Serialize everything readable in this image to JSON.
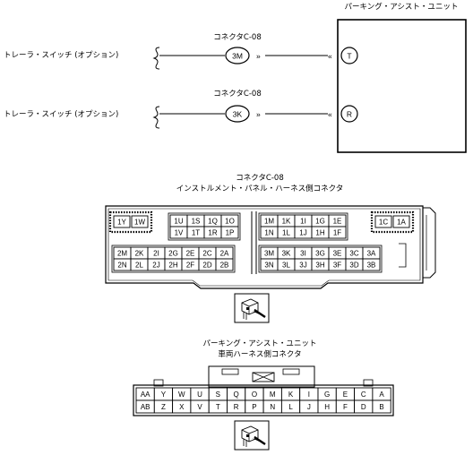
{
  "unit_label": "パーキング・アシスト・ユニット",
  "connector_label": "コネクタC-08",
  "trailer_switch_label": "トレーラ・スイッチ (オプション)",
  "circuits": [
    {
      "connector_pin": "3M",
      "unit_terminal": "T"
    },
    {
      "connector_pin": "3K",
      "unit_terminal": "R"
    }
  ],
  "connector_c08": {
    "title": "コネクタC-08",
    "subtitle": "インストルメント・パネル・ハーネス側コネクタ",
    "left_top": [
      "1Y",
      "1W"
    ],
    "upper_mid": [
      [
        "1U",
        "1S",
        "1Q",
        "1O"
      ],
      [
        "1V",
        "1T",
        "1R",
        "1P"
      ]
    ],
    "upper_right": [
      [
        "1M",
        "1K",
        "1I",
        "1G",
        "1E"
      ],
      [
        "1N",
        "1L",
        "1J",
        "1H",
        "1F"
      ]
    ],
    "right_top": [
      "1C",
      "1A"
    ],
    "lower_left": [
      [
        "2M",
        "2K",
        "2I",
        "2G",
        "2E",
        "2C",
        "2A"
      ],
      [
        "2N",
        "2L",
        "2J",
        "2H",
        "2F",
        "2D",
        "2B"
      ]
    ],
    "lower_right": [
      [
        "3M",
        "3K",
        "3I",
        "3G",
        "3E",
        "3C",
        "3A"
      ],
      [
        "3N",
        "3L",
        "3J",
        "3H",
        "3F",
        "3D",
        "3B"
      ]
    ]
  },
  "unit_connector": {
    "title": "パーキング・アシスト・ユニット",
    "subtitle": "車両ハーネス側コネクタ",
    "rows": [
      [
        "AA",
        "Y",
        "W",
        "U",
        "S",
        "Q",
        "O",
        "M",
        "K",
        "I",
        "G",
        "E",
        "C",
        "A"
      ],
      [
        "AB",
        "Z",
        "X",
        "V",
        "T",
        "R",
        "P",
        "N",
        "L",
        "J",
        "H",
        "F",
        "D",
        "B"
      ]
    ]
  }
}
